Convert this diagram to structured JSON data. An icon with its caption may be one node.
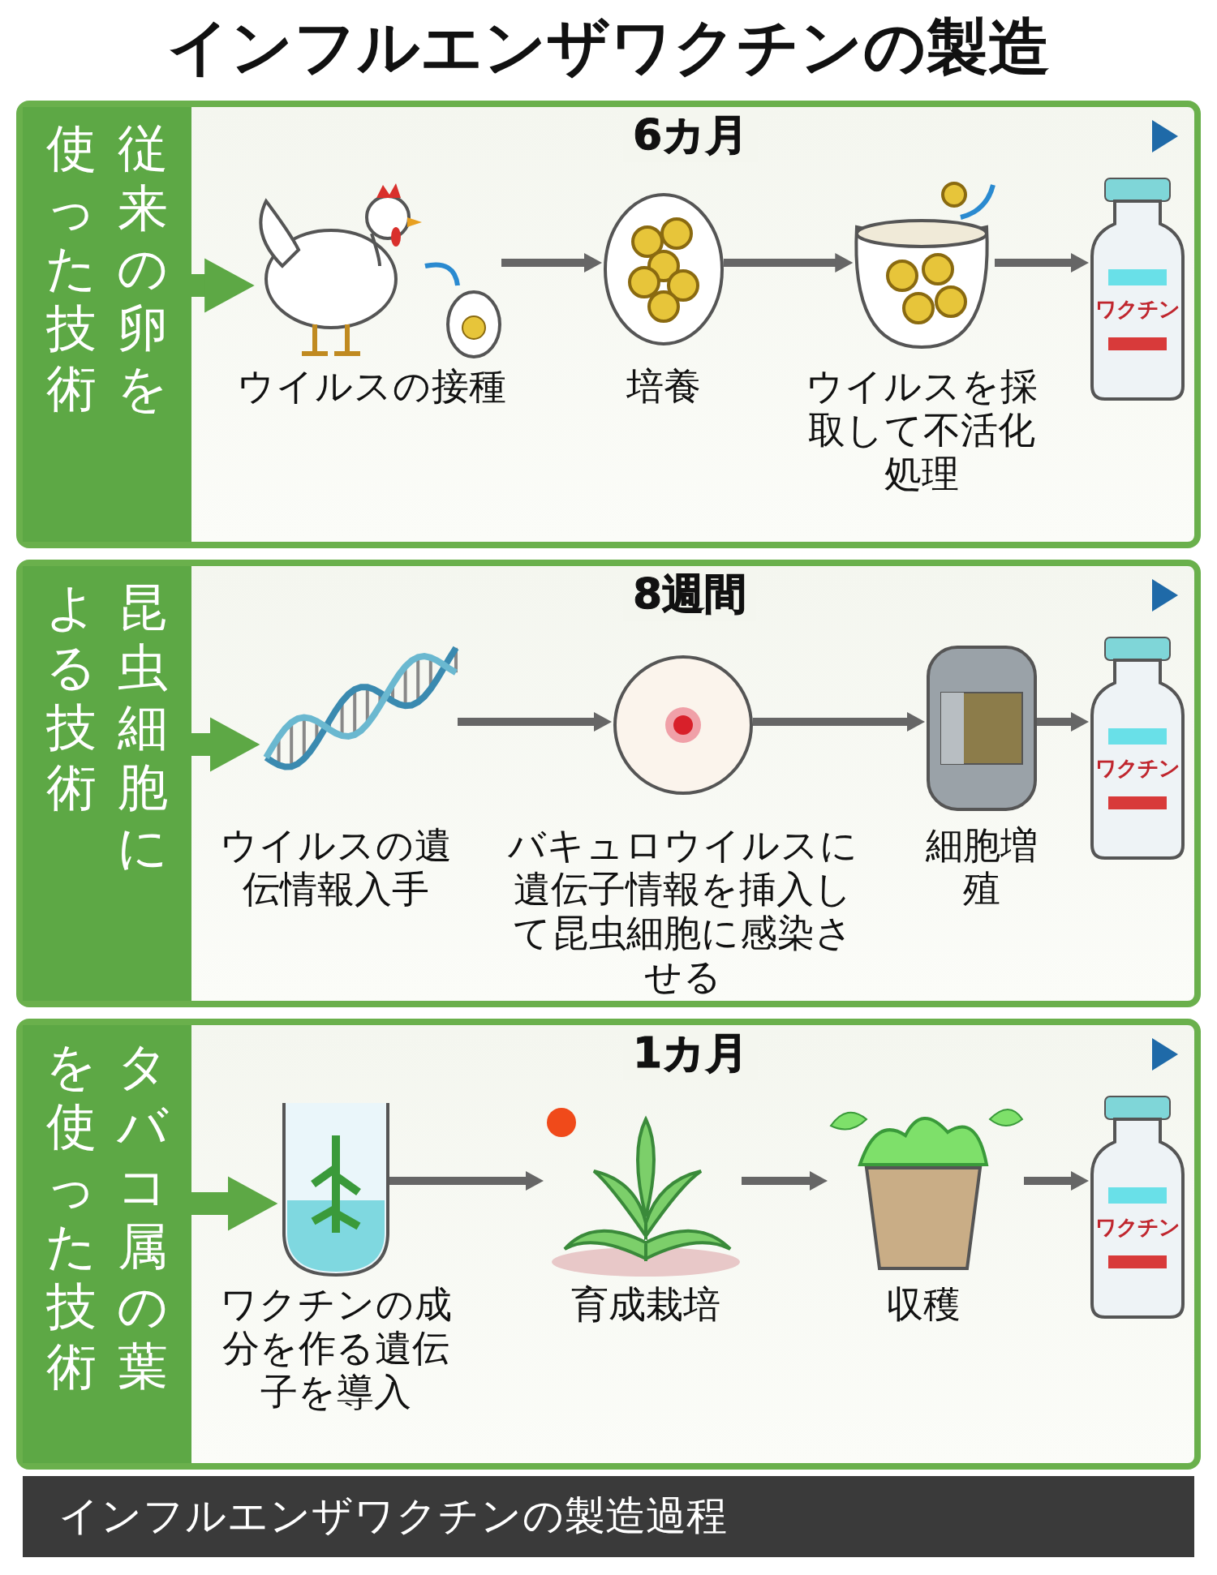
{
  "diagram": {
    "title": "インフルエンザワクチンの製造",
    "caption": "インフルエンザワクチンの製造過程",
    "nodes": [
      {
        "text": [
          "従来の卵を使った技術",
          "6カ月"
        ]
      },
      {
        "text": [
          "ウイルスの接種"
        ],
        "in": 0
      },
      {
        "text": [
          "培養"
        ],
        "in": 0
      },
      {
        "text": [
          "ウイルスを採取して不活化処理"
        ],
        "in": 0
      },
      {
        "text": [
          "ワクチン"
        ],
        "in": 0
      },
      {
        "text": [
          "昆虫細胞による技術",
          "8週間"
        ]
      },
      {
        "text": [
          "ウイルスの遺伝情報入手"
        ],
        "in": 5
      },
      {
        "text": [
          "バキュロウイルスに遺伝子情報を挿入して昆虫細胞に感染させる"
        ],
        "in": 5
      },
      {
        "text": [
          "細胞増殖"
        ],
        "in": 5
      },
      {
        "text": [
          "ワクチン"
        ],
        "in": 5
      },
      {
        "text": [
          "タバコ属の葉を使った技術",
          "1カ月"
        ]
      },
      {
        "text": [
          "ワクチンの成分を作る遺伝子を導入"
        ],
        "in": 10
      },
      {
        "text": [
          "育成栽培"
        ],
        "in": 10
      },
      {
        "text": [
          "収穫"
        ],
        "in": 10
      },
      {
        "text": [
          "ワクチン"
        ],
        "in": 10
      }
    ],
    "edges": [
      {
        "from": null,
        "to": 1,
        "arrow": "to",
        "style": "thick",
        "color": "#5da845"
      },
      {
        "from": null,
        "to": 6,
        "arrow": "to",
        "style": "thick",
        "color": "#5da845"
      },
      {
        "from": null,
        "to": 11,
        "arrow": "to",
        "style": "thick",
        "color": "#5da845"
      },
      {
        "from": 1,
        "to": 2,
        "arrow": "to"
      },
      {
        "from": 2,
        "to": 3,
        "arrow": "to"
      },
      {
        "from": 3,
        "to": 4,
        "arrow": "to"
      },
      {
        "from": 6,
        "to": 7,
        "arrow": "to"
      },
      {
        "from": 7,
        "to": 8,
        "arrow": "to"
      },
      {
        "from": 8,
        "to": 9,
        "arrow": "to"
      },
      {
        "from": 11,
        "to": 12,
        "arrow": "to"
      },
      {
        "from": 12,
        "to": 13,
        "arrow": "to"
      },
      {
        "from": 13,
        "to": 14,
        "arrow": "to"
      }
    ]
  }
}
